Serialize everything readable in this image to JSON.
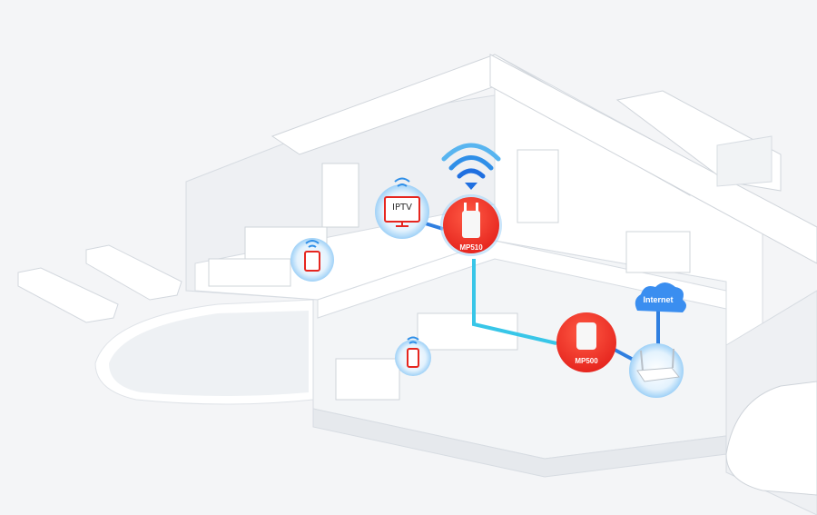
{
  "devices": {
    "extender_label": "MP510",
    "powerline_label": "MP500",
    "tv_label": "IPTV",
    "cloud_label": "Internet"
  },
  "colors": {
    "device_red": "#f0302a",
    "ethernet_blue": "#2f7fe0",
    "powerline_cyan": "#38c6e8",
    "halo_blue": "#bfe2fb",
    "house_white": "#ffffff",
    "house_shadow": "#dfe3e8"
  }
}
